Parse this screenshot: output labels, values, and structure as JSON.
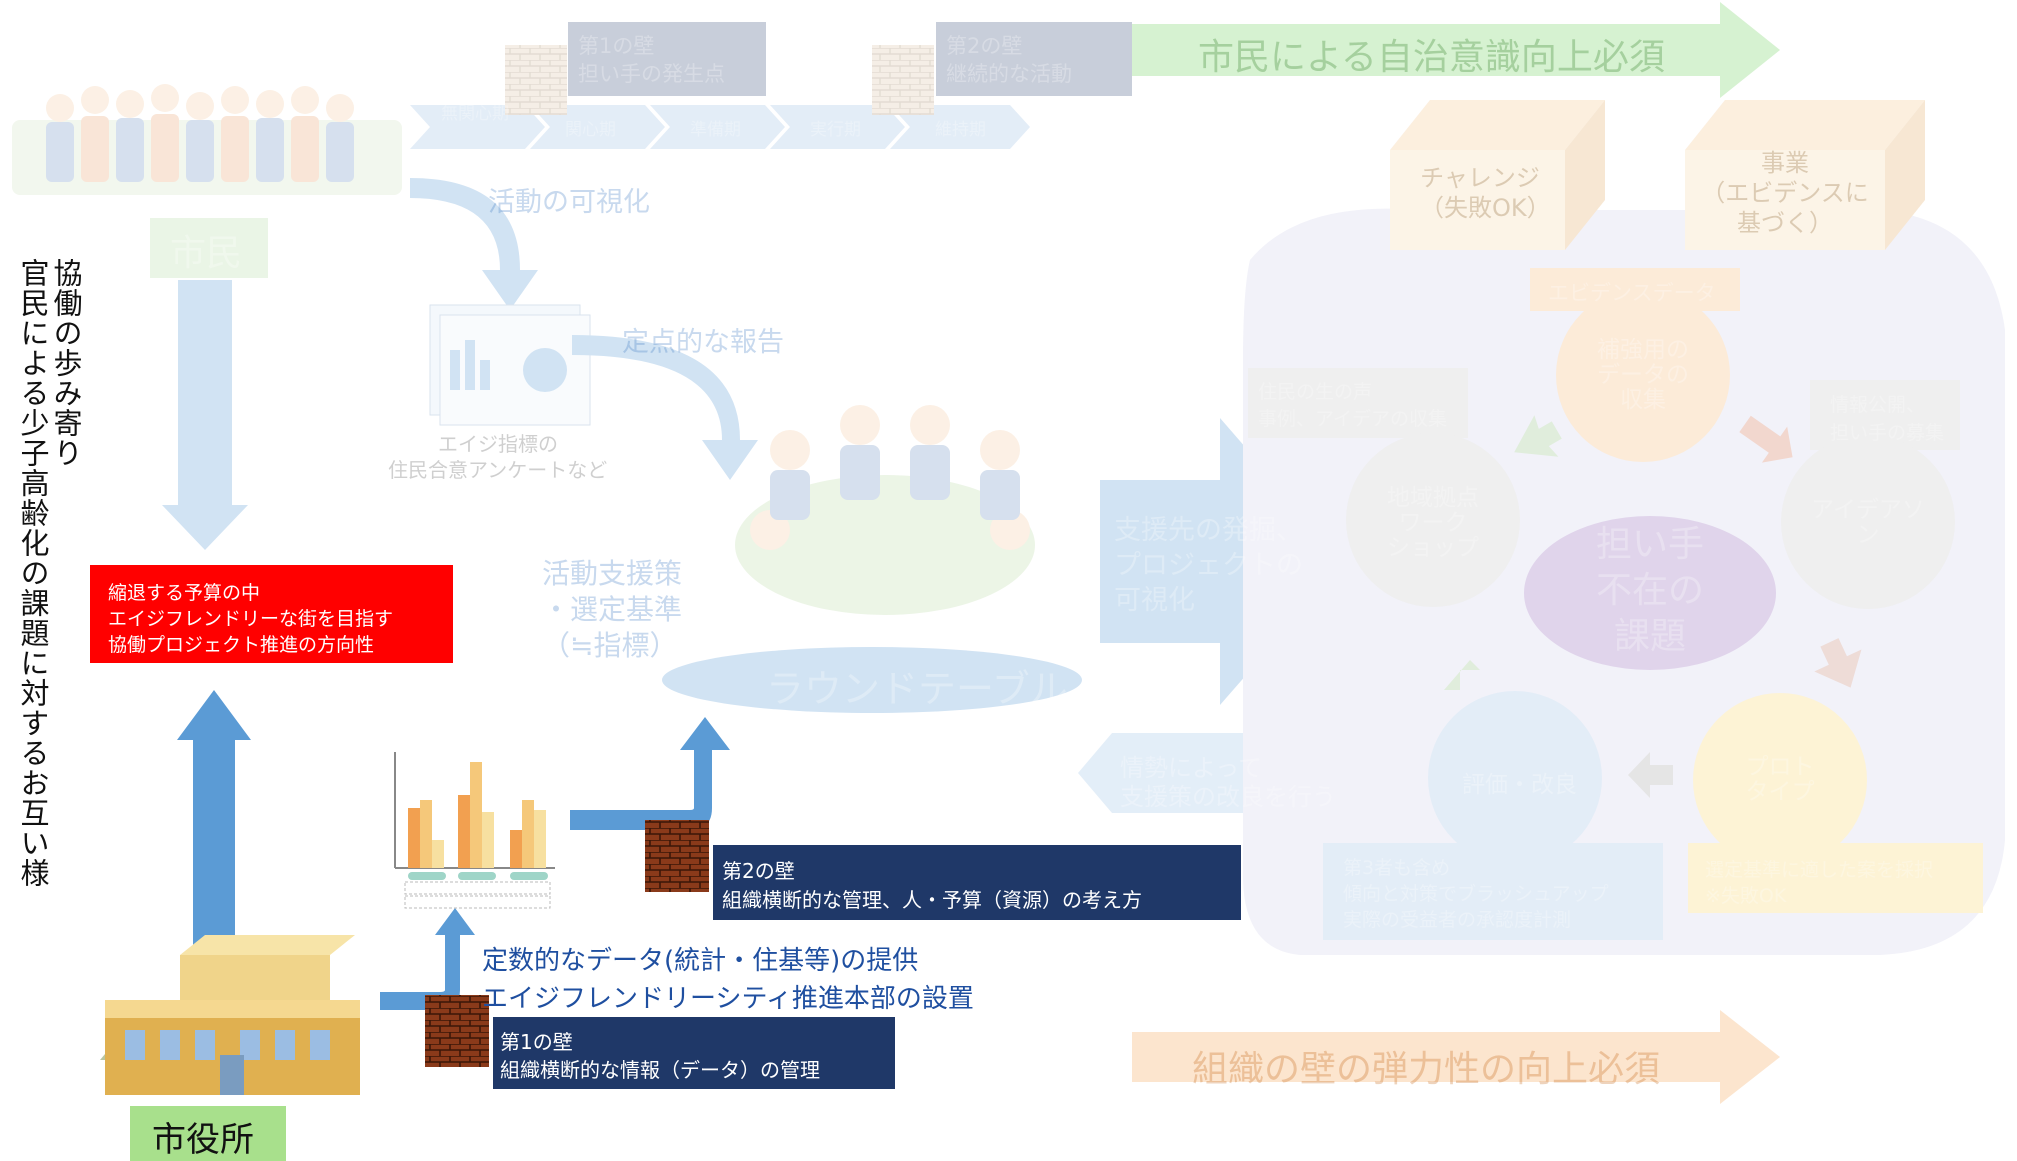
{
  "left_vertical": {
    "line1": "協働の歩み寄り",
    "line2": "官民による少子高齢化の課題に対するお互い様"
  },
  "citizen": {
    "label": "市民",
    "wall1": {
      "title": "第1の壁",
      "body": "担い手の発生点"
    },
    "wall2": {
      "title": "第2の壁",
      "body": "継続的な活動"
    },
    "phases": [
      "無関心期",
      "関心期",
      "準備期",
      "実行期",
      "維持期"
    ],
    "banner": "市民による自治意識向上必須"
  },
  "visualize_label": "活動の可視化",
  "survey_label": [
    "エイジ指標の",
    "住民合意アンケートなど"
  ],
  "report_label": "定点的な報告",
  "support_label": [
    "活動支援策",
    "・選定基準",
    "（≒指標）"
  ],
  "roundtable": "ラウンドテーブル",
  "red_box": [
    "縮退する予算の中",
    "エイジフレンドリーな街を目指す",
    "協働プロジェクト推進の方向性"
  ],
  "city": {
    "label": "市役所",
    "data_provision": [
      "定数的なデータ(統計・住基等)の提供",
      "エイジフレンドリーシティ推進本部の設置"
    ],
    "wall1": {
      "title": "第1の壁",
      "body": "組織横断的な情報（データ）の管理"
    },
    "wall2": {
      "title": "第2の壁",
      "body": "組織横断的な管理、人・予算（資源）の考え方"
    },
    "banner": "組織の壁の弾力性の向上必須"
  },
  "discovery_arrow": [
    "支援先の発掘、",
    "プロジェクトの",
    "可視化"
  ],
  "feedback_arrow": [
    "情勢によって",
    "支援策の改良を行う"
  ],
  "cycle": {
    "center": [
      "担い手",
      "不在の",
      "課題"
    ],
    "challenge_box": [
      "チャレンジ",
      "（失敗OK）"
    ],
    "business_box": [
      "事業",
      "（エビデンスに",
      "基づく）"
    ],
    "evidence_label": "エビデンスデータ",
    "reinforce": [
      "補強用の",
      "データの",
      "収集"
    ],
    "voices_label": [
      "住民の生の声",
      "事例、アイデアの収集"
    ],
    "workshop": [
      "地域拠点",
      "ワーク",
      "ショップ"
    ],
    "disclosure_label": [
      "情報公開、",
      "担い手の募集"
    ],
    "ideathon": [
      "アイデアソ",
      "ン"
    ],
    "prototype": [
      "プロト",
      "タイプ"
    ],
    "prototype_label": [
      "選定基準に適した案を採択",
      "※失敗OK"
    ],
    "evaluation": "評価・改良",
    "evaluation_label": [
      "第3者も含め",
      "傾向と対策でブラッシュアップ",
      "実際の受益者の承認度計測"
    ]
  }
}
